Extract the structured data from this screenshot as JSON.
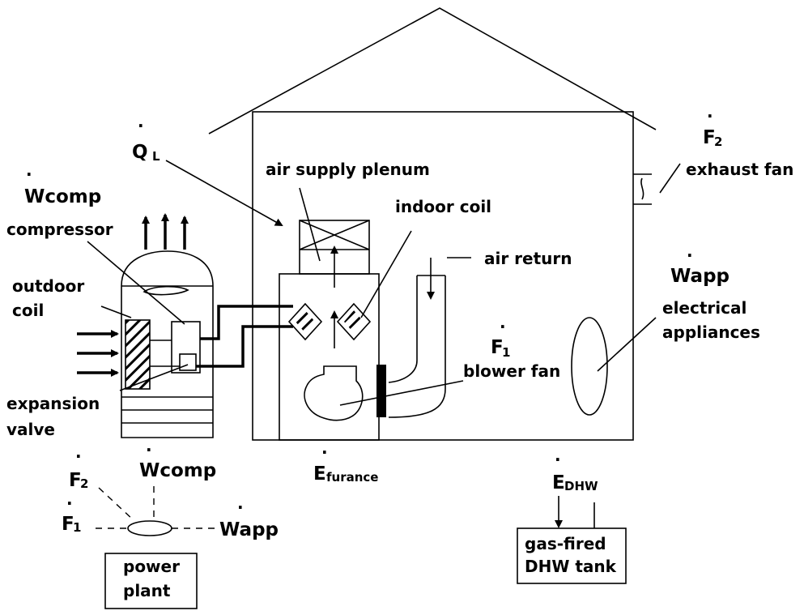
{
  "labels": {
    "ql": "Q",
    "ql_sub": "L",
    "f2_top": "F",
    "f2_top_sub": "2",
    "exhaust_fan": "exhaust fan",
    "air_supply_plenum": "air supply plenum",
    "indoor_coil": "indoor coil",
    "air_return": "air return",
    "wcomp_top": "Wcomp",
    "compressor": "compressor",
    "outdoor_coil_1": "outdoor",
    "outdoor_coil_2": "coil",
    "expansion_valve_1": "expansion",
    "expansion_valve_2": "valve",
    "wapp_top": "Wapp",
    "electrical_appliances_1": "electrical",
    "electrical_appliances_2": "appliances",
    "f1_mid": "F",
    "f1_mid_sub": "1",
    "blower_fan": "blower fan",
    "e_furnace": "E",
    "e_furnace_sub": "furance",
    "e_dhw": "E",
    "e_dhw_sub": "DHW",
    "dhw_tank_1": "gas-fired",
    "dhw_tank_2": "DHW tank",
    "wcomp_bottom": "Wcomp",
    "f2_bottom": "F",
    "f2_bottom_sub": "2",
    "f1_bottom": "F",
    "f1_bottom_sub": "1",
    "wapp_bottom": "Wapp",
    "power_plant_1": "power",
    "power_plant_2": "plant"
  }
}
